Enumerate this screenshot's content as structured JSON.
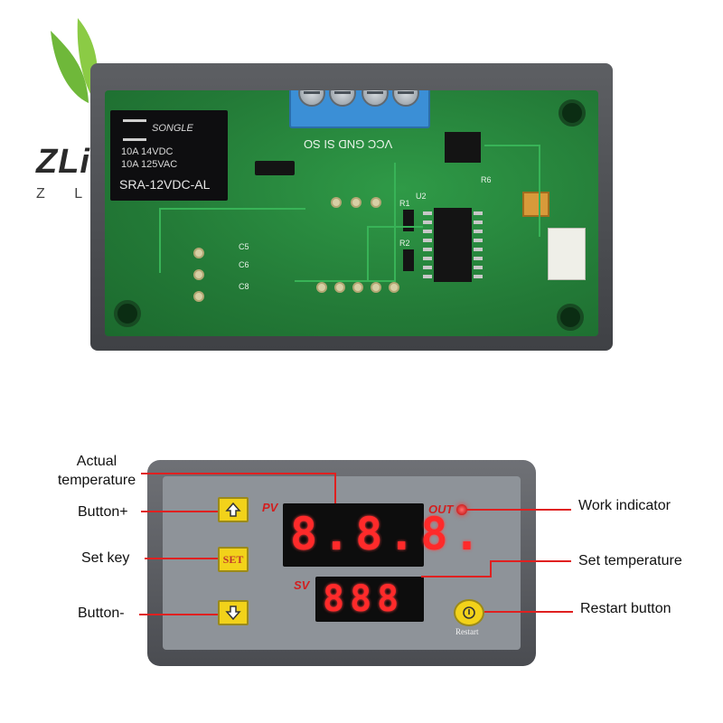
{
  "logo": {
    "text": "ZLin",
    "subtext": "Z L I"
  },
  "pcb": {
    "relay_brand": "SONGLE",
    "relay_rating_1": "10A 14VDC",
    "relay_rating_2": "10A 125VAC",
    "relay_model": "SRA-12VDC-AL",
    "terminal_silkscreen": "VCC GND  SI SO",
    "labels": {
      "u2": "U2",
      "r1": "R1",
      "r2": "R2",
      "r6": "R6",
      "c5": "C5",
      "c6": "C6",
      "c8": "C8"
    }
  },
  "controller": {
    "pv_label": "PV",
    "sv_label": "SV",
    "out_label": "OUT",
    "pv_display": "8.8.8.",
    "sv_display": "888",
    "set_label": "SET",
    "restart_label": "Restart"
  },
  "callouts": {
    "actual_temperature": "Actual\ntemperature",
    "button_plus": "Button+",
    "set_key": "Set key",
    "button_minus": "Button-",
    "work_indicator": "Work indicator",
    "set_temperature": "Set temperature",
    "restart_button": "Restart button"
  },
  "colors": {
    "callout_line": "#e02020",
    "display_digit": "#ff2a2a",
    "button": "#f2d21a",
    "pcb": "#237a37"
  }
}
